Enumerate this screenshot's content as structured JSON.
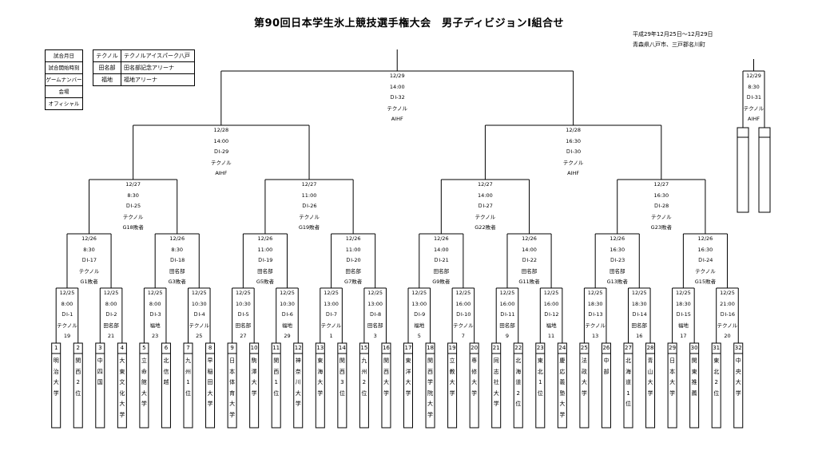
{
  "title": "第90回日本学生氷上競技選手権大会　男子ディビジョンⅠ組合せ",
  "period": "平成29年12月25日～12月29日",
  "location": "青森県八戸市、三戸郡名川町",
  "legend": [
    "試合月日",
    "試合開始時刻",
    "ゲームナンバー",
    "会場",
    "オフィシャル"
  ],
  "venues": [
    {
      "key": "テクノル",
      "value": "テクノルアイスパーク八戸"
    },
    {
      "key": "田名部",
      "value": "田名部記念アリーナ"
    },
    {
      "key": "福地",
      "value": "福地アリーナ"
    }
  ],
  "teams": [
    {
      "num": "1",
      "name": "明治大学"
    },
    {
      "num": "2",
      "name": "関西2位"
    },
    {
      "num": "3",
      "name": "中四国"
    },
    {
      "num": "4",
      "name": "大東文化大学"
    },
    {
      "num": "5",
      "name": "立命館大学"
    },
    {
      "num": "6",
      "name": "北信越"
    },
    {
      "num": "7",
      "name": "九州1位"
    },
    {
      "num": "8",
      "name": "早稲田大学"
    },
    {
      "num": "9",
      "name": "日本体育大学"
    },
    {
      "num": "10",
      "name": "駒澤大学"
    },
    {
      "num": "11",
      "name": "関西1位"
    },
    {
      "num": "12",
      "name": "神奈川大学"
    },
    {
      "num": "13",
      "name": "東海大学"
    },
    {
      "num": "14",
      "name": "関西3位"
    },
    {
      "num": "15",
      "name": "九州2位"
    },
    {
      "num": "16",
      "name": "関西大学"
    },
    {
      "num": "17",
      "name": "東洋大学"
    },
    {
      "num": "18",
      "name": "関西学院大学"
    },
    {
      "num": "19",
      "name": "立教大学"
    },
    {
      "num": "20",
      "name": "専修大学"
    },
    {
      "num": "21",
      "name": "同志社大学"
    },
    {
      "num": "22",
      "name": "北海道2位"
    },
    {
      "num": "23",
      "name": "東北1位"
    },
    {
      "num": "24",
      "name": "慶応義塾大学"
    },
    {
      "num": "25",
      "name": "法政大学"
    },
    {
      "num": "26",
      "name": "中部"
    },
    {
      "num": "27",
      "name": "北海道1位"
    },
    {
      "num": "28",
      "name": "青山大学"
    },
    {
      "num": "29",
      "name": "日本大学"
    },
    {
      "num": "30",
      "name": "関東推薦"
    },
    {
      "num": "31",
      "name": "東北2位"
    },
    {
      "num": "32",
      "name": "中央大学"
    }
  ],
  "round1": [
    {
      "date": "12/25",
      "time": "8:00",
      "game": "ＤⅠ-1",
      "venue": "テクノル",
      "official": "19"
    },
    {
      "date": "12/25",
      "time": "8:00",
      "game": "ＤⅠ-2",
      "venue": "田名部",
      "official": "21"
    },
    {
      "date": "12/25",
      "time": "8:00",
      "game": "ＤⅠ-3",
      "venue": "福地",
      "official": "23"
    },
    {
      "date": "12/25",
      "time": "10:30",
      "game": "ＤⅠ-4",
      "venue": "テクノル",
      "official": "25"
    },
    {
      "date": "12/25",
      "time": "10:30",
      "game": "ＤⅠ-5",
      "venue": "田名部",
      "official": "27"
    },
    {
      "date": "12/25",
      "time": "10:30",
      "game": "ＤⅠ-6",
      "venue": "福地",
      "official": "29"
    },
    {
      "date": "12/25",
      "time": "13:00",
      "game": "ＤⅠ-7",
      "venue": "テクノル",
      "official": "1"
    },
    {
      "date": "12/25",
      "time": "13:00",
      "game": "ＤⅠ-8",
      "venue": "田名部",
      "official": "3"
    },
    {
      "date": "12/25",
      "time": "13:00",
      "game": "ＤⅠ-9",
      "venue": "福地",
      "official": "5"
    },
    {
      "date": "12/25",
      "time": "16:00",
      "game": "ＤⅠ-10",
      "venue": "テクノル",
      "official": "7"
    },
    {
      "date": "12/25",
      "time": "16:00",
      "game": "ＤⅠ-11",
      "venue": "田名部",
      "official": "9"
    },
    {
      "date": "12/25",
      "time": "16:00",
      "game": "ＤⅠ-12",
      "venue": "福地",
      "official": "11"
    },
    {
      "date": "12/25",
      "time": "18:30",
      "game": "ＤⅠ-13",
      "venue": "テクノル",
      "official": "13"
    },
    {
      "date": "12/25",
      "time": "18:30",
      "game": "ＤⅠ-14",
      "venue": "田名部",
      "official": "16"
    },
    {
      "date": "12/25",
      "time": "18:30",
      "game": "ＤⅠ-15",
      "venue": "福地",
      "official": "17"
    },
    {
      "date": "12/25",
      "time": "21:00",
      "game": "ＤⅠ-16",
      "venue": "テクノル",
      "official": "20"
    }
  ],
  "round2": [
    {
      "date": "12/26",
      "time": "8:30",
      "game": "ＤⅠ-17",
      "venue": "テクノル",
      "official": "G1敗者"
    },
    {
      "date": "12/26",
      "time": "8:30",
      "game": "ＤⅠ-18",
      "venue": "田名部",
      "official": "G3敗者"
    },
    {
      "date": "12/26",
      "time": "11:00",
      "game": "ＤⅠ-19",
      "venue": "田名部",
      "official": "G5敗者"
    },
    {
      "date": "12/26",
      "time": "11:00",
      "game": "ＤⅠ-20",
      "venue": "田名部",
      "official": "G7敗者"
    },
    {
      "date": "12/26",
      "time": "14:00",
      "game": "ＤⅠ-21",
      "venue": "田名部",
      "official": "G9敗者"
    },
    {
      "date": "12/26",
      "time": "14:00",
      "game": "ＤⅠ-22",
      "venue": "田名部",
      "official": "G11敗者"
    },
    {
      "date": "12/26",
      "time": "16:30",
      "game": "ＤⅠ-23",
      "venue": "田名部",
      "official": "G13敗者"
    },
    {
      "date": "12/26",
      "time": "16:30",
      "game": "ＤⅠ-24",
      "venue": "テクノル",
      "official": "G15敗者"
    }
  ],
  "round3": [
    {
      "date": "12/27",
      "time": "8:30",
      "game": "ＤⅠ-25",
      "venue": "テクノル",
      "official": "G18敗者"
    },
    {
      "date": "12/27",
      "time": "11:00",
      "game": "ＤⅠ-26",
      "venue": "テクノル",
      "official": "G19敗者"
    },
    {
      "date": "12/27",
      "time": "14:00",
      "game": "ＤⅠ-27",
      "venue": "テクノル",
      "official": "G22敗者"
    },
    {
      "date": "12/27",
      "time": "16:30",
      "game": "ＤⅠ-28",
      "venue": "テクノル",
      "official": "G23敗者"
    }
  ],
  "semis": [
    {
      "date": "12/28",
      "time": "14:00",
      "game": "ＤⅠ-29",
      "venue": "テクノル",
      "official": "AIHF"
    },
    {
      "date": "12/28",
      "time": "16:30",
      "game": "ＤⅠ-30",
      "venue": "テクノル",
      "official": "AIHF"
    }
  ],
  "final": {
    "date": "12/29",
    "time": "14:00",
    "game": "ＤⅠ-32",
    "venue": "テクノル",
    "official": "AIHF"
  },
  "third": {
    "date": "12/29",
    "time": "8:30",
    "game": "ＤⅠ-31",
    "venue": "テクノル",
    "official": "AIHF"
  }
}
